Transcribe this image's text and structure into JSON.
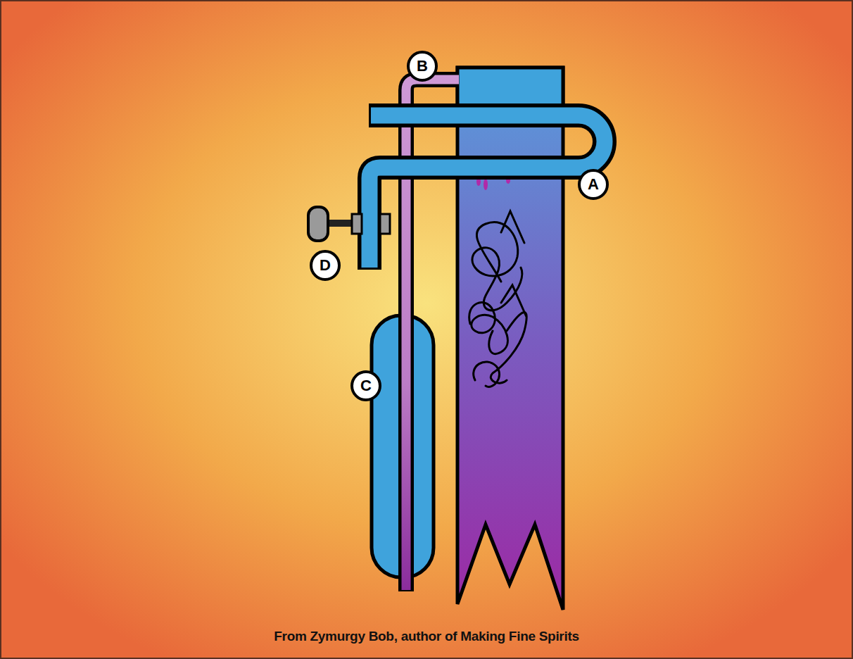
{
  "diagram": {
    "caption": "From Zymurgy Bob, author of Making Fine Spirits",
    "labels": [
      "B",
      "A",
      "D",
      "C"
    ]
  }
}
